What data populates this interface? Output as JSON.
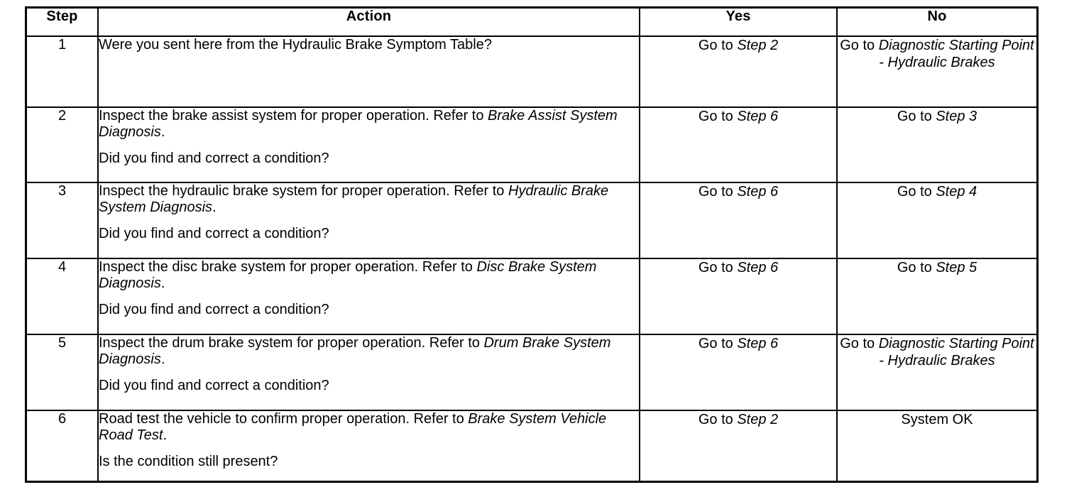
{
  "table": {
    "columns": [
      {
        "key": "step",
        "label": "Step"
      },
      {
        "key": "action",
        "label": "Action"
      },
      {
        "key": "yes",
        "label": "Yes"
      },
      {
        "key": "no",
        "label": "No"
      }
    ],
    "rows": [
      {
        "step": "1",
        "action_lead": "Were you sent here from the Hydraulic Brake Symptom Table?",
        "action_lead_italic": "",
        "action_ref": "",
        "action_question": "",
        "yes_prefix": "Go to ",
        "yes_ref": "Step 2",
        "no_prefix": "Go to ",
        "no_ref": "Diagnostic Starting Point - Hydraulic Brakes"
      },
      {
        "step": "2",
        "action_lead": "Inspect the brake assist system for proper operation. Refer to ",
        "action_lead_italic": "",
        "action_ref": "Brake Assist System Diagnosis",
        "action_question": "Did you find and correct a condition?",
        "yes_prefix": "Go to ",
        "yes_ref": "Step 6",
        "no_prefix": "Go to ",
        "no_ref": "Step 3"
      },
      {
        "step": "3",
        "action_lead": "Inspect the hydraulic brake system for proper operation. Refer to ",
        "action_lead_italic": "",
        "action_ref": "Hydraulic Brake System Diagnosis",
        "action_question": "Did you find and correct a condition?",
        "yes_prefix": "Go to ",
        "yes_ref": "Step 6",
        "no_prefix": "Go to ",
        "no_ref": "Step 4"
      },
      {
        "step": "4",
        "action_lead": "Inspect the disc brake system for proper operation. Refer to ",
        "action_lead_italic": "Disc",
        "action_ref": "Brake System Diagnosis",
        "action_question": "Did you find and correct a condition?",
        "yes_prefix": "Go to ",
        "yes_ref": "Step 6",
        "no_prefix": "Go to ",
        "no_ref": "Step 5"
      },
      {
        "step": "5",
        "action_lead": "Inspect the drum brake system for proper operation. Refer to ",
        "action_lead_italic": "",
        "action_ref": "Drum Brake System Diagnosis",
        "action_question": "Did you find and correct a condition?",
        "yes_prefix": "Go to ",
        "yes_ref": "Step 6",
        "no_prefix": "Go to ",
        "no_ref": "Diagnostic Starting Point - Hydraulic Brakes"
      },
      {
        "step": "6",
        "action_lead": "Road test the vehicle to confirm proper operation. Refer to ",
        "action_lead_italic": "Brake",
        "action_ref": "System Vehicle Road Test",
        "action_question": "Is the condition still present?",
        "yes_prefix": "Go to ",
        "yes_ref": "Step 2",
        "no_prefix": "System OK",
        "no_ref": ""
      }
    ]
  },
  "colors": {
    "ink": "#000000",
    "paper": "#ffffff"
  }
}
